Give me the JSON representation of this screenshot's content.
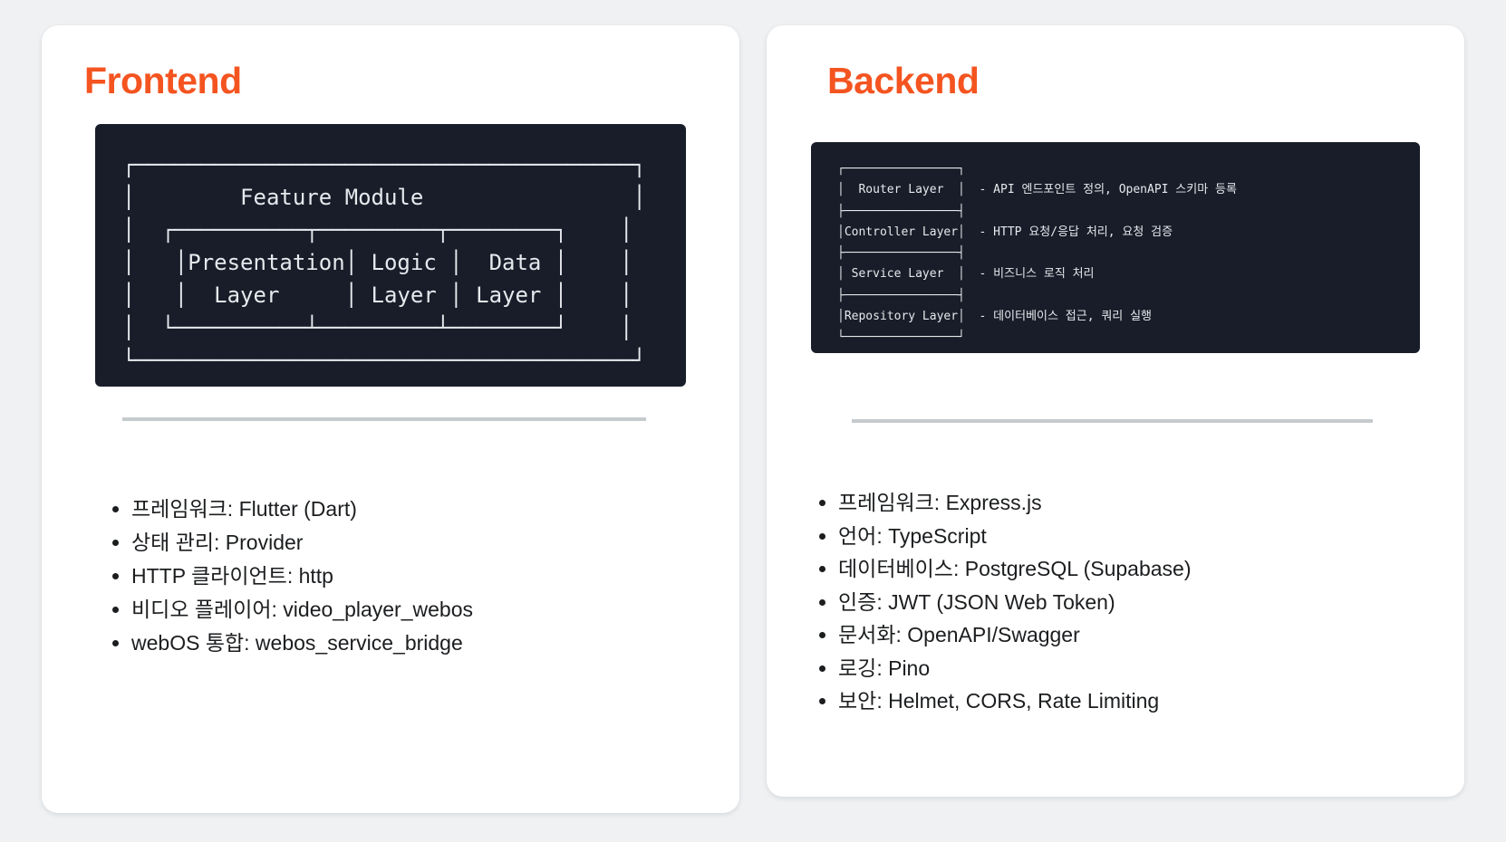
{
  "colors": {
    "page-bg": "#eff1f3",
    "card-bg": "#ffffff",
    "accent": "#f45420",
    "block-bg": "#181d29",
    "block-text": "#e6e9ed",
    "hr": "#c5cacd",
    "text": "#1b1d1f"
  },
  "cards": [
    {
      "id": "frontend",
      "title": "Frontend",
      "diagram_lines": [
        "┌──────────────────────────────────────┐",
        "│        Feature Module                │",
        "│  ┌──────────┬─────────┬────────┐    │",
        "│   │Presentation│ Logic │  Data │    │",
        "│   │  Layer     │ Layer │ Layer │    │",
        "│  └──────────┴─────────┴────────┘    │",
        "└──────────────────────────────────────┘"
      ],
      "bullets": [
        "프레임워크: Flutter (Dart)",
        "상태 관리: Provider",
        "HTTP 클라이언트: http",
        "비디오 플레이어: video_player_webos",
        "webOS 통합: webos_service_bridge"
      ]
    },
    {
      "id": "backend",
      "title": "Backend",
      "diagram_lines": [
        "┌────────────────┐",
        "│  Router Layer  │  - API 엔드포인트 정의, OpenAPI 스키마 등록",
        "├────────────────┤",
        "│Controller Layer│  - HTTP 요청/응답 처리, 요청 검증",
        "├────────────────┤",
        "│ Service Layer  │  - 비즈니스 로직 처리",
        "├────────────────┤",
        "│Repository Layer│  - 데이터베이스 접근, 쿼리 실행",
        "└────────────────┘"
      ],
      "bullets": [
        "프레임워크: Express.js",
        "언어: TypeScript",
        "데이터베이스: PostgreSQL (Supabase)",
        "인증: JWT (JSON Web Token)",
        "문서화: OpenAPI/Swagger",
        "로깅: Pino",
        "보안: Helmet, CORS, Rate Limiting"
      ]
    }
  ]
}
